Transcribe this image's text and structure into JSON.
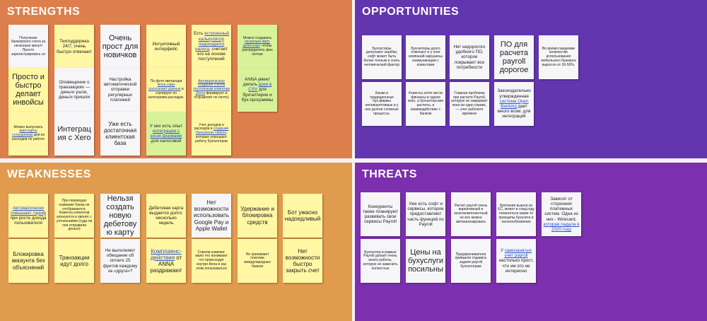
{
  "colors": {
    "strengths": "#dd7f4c",
    "opportunities": "#6336b0",
    "weaknesses": "#e09b4e",
    "threats": "#7c2fae",
    "sticky_yellow": "#fff7a3",
    "sticky_green": "#d8f29a",
    "sticky_white": "#f6f6f8",
    "link": "#2a4fcf"
  },
  "quadrants": {
    "strengths": {
      "title": "STRENGTHS",
      "notes": [
        {
          "t": "Получение банковского счета за несколько минут/ Просто зарегистрировать ся"
        },
        {
          "t": "Техподдержка 24/7, очень быстро отвечают"
        },
        {
          "t": "Очень прост для новичков"
        },
        {
          "t": "Интуитивный интерфейс"
        },
        {
          "t": "Есть ",
          "link": "встроенный калькулятор подоходного налога",
          "t2": ", считает его на основе поступлений"
        },
        {
          "t": "Можно создавать ",
          "link": "несколько вирт. дебит.карт",
          "t2": ", чтобы распределять фин потоки"
        },
        {
          "t": "Просто и быстро делает инвойсы"
        },
        {
          "t": "Оповещение о транзакциях — деньги ушли, деньги пришли"
        },
        {
          "t": "Настройка автоматической отправки регулярных платежей"
        },
        {
          "t": "По фото квитанции ",
          "link": "Anna сама распознает данные",
          "t2": " и сортирует по категориям расходов."
        },
        {
          "t": "",
          "link": "Автоматическое создание счетов постоянным клиентам (Anna",
          "t2": " формирует и отправляет по почте)"
        },
        {
          "t": "ANNA умеет делать ",
          "link": "доки в CSV",
          "t2": " для бухгалтерии и бух.программы"
        },
        {
          "t": "Можно выпускать ",
          "link": "вирт.карты сотрудникам",
          "t2": " для их расходов по работе"
        },
        {
          "t": "Интеграция с Xero"
        },
        {
          "t": "Уже есть достаточная клиентская база"
        },
        {
          "t": "У них есть опыт ",
          "link": "интеграции с excel-формами",
          "t2": " для налоговой"
        },
        {
          "t": "Учет доходов и расходов и ",
          "link": "создание банковских сверок",
          "t2": ", которые упрощают работу бухгалтеров"
        }
      ]
    },
    "opportunities": {
      "title": "OPPORTUNITIES",
      "notes": [
        {
          "t": "Бухгалтеры допускают ошибки, софт может быть более точным и снять человеческий фактор"
        },
        {
          "t": "Бухгалтеры долго отвечают и у этих компаний нарушены коммуникации с клиентами"
        },
        {
          "t": "Нет недорогого удобного ПО, которое покрывает все потребности"
        },
        {
          "t": "ПО для расчета payroll дорогое"
        },
        {
          "t": "Во время пандемии количество использования мобильного банкинга выросло от 30-50%."
        },
        {
          "t": "Банки и традиционные бух.фирмы неповоротливые и у них долгие сложные процессы."
        },
        {
          "t": "Клиенты хотят вести финансы в одном окне, а бухгалтерские расчеты, и взаимодействие с банком"
        },
        {
          "t": "Главная проблема при расчете Payroll, которую не закрывает пока ни один сервис, — учет рабочего времени"
        },
        {
          "t": "Законодательно утвержденная ",
          "link": "система Open Banking",
          "t2": " дает много возм. для интеграций"
        }
      ]
    },
    "weaknesses": {
      "title": "WEAKNESSES",
      "notes": [
        {
          "t": "",
          "link": "Автоматически повышает тариф",
          "t2": " при росте дохода пользователя"
        },
        {
          "t": "При переводах название банка не отображается. Клиенты клиентов волнуются и звонят с уточнениями (туда ли они отправили деньги)"
        },
        {
          "t": "Нельзя создать новую дебетовую карту"
        },
        {
          "t": "Дебетовая карта выдается долго: несколько недель"
        },
        {
          "t": "Нет возможности использовать Google Pay и Apple Wallet"
        },
        {
          "t": "Удержание и блокировка средств"
        },
        {
          "t": "Бот ужасно надоедливый"
        },
        {
          "t": "Блокировка аккаунта без объяснений"
        },
        {
          "t": "Транзакции идут долго"
        },
        {
          "t": "Не выполняют обещание об оплате 25 фунтов каждому за «другa»?"
        },
        {
          "t": "",
          "link": "Комплаенс-действия",
          "t2": " от ANNA раздражают"
        },
        {
          "t": "Совсем новички: мало что понимают что происходит внутри Anna и как этим пользоваться"
        },
        {
          "t": "Не принимает платежи международных банков"
        },
        {
          "t": "Нет возможности быстро закрыть счет"
        }
      ]
    },
    "threats": {
      "title": "THREATS",
      "notes": [
        {
          "t": "Конкуренты также планируют развивать свои сервисы Payroll"
        },
        {
          "t": "Уже есть софт и сервисы, которое предоставляют часть функций по Payroll"
        },
        {
          "t": "Расчет payroll очень вариативный и многокомпонентный не все можно автоматизировать"
        },
        {
          "t": "Британия вышла из ЕС, может в след.году поменяться какие-то принципы бухучета и налогообложения"
        },
        {
          "t": "Зависят от сторонних платежных систем. Одна из них - Wirecard, ",
          "link": "которая падала в 2020 году"
        },
        {
          "t": "Бухгалтер в рамках Payroll делает очень много работы, которую не заменить полностью"
        },
        {
          "t": "Цены на бухуслуги посильны"
        },
        {
          "t": "Предприниматели привыкли отдавать задачи payroll бухгалтерам"
        },
        {
          "t": "У ",
          "link": "самозанятых учет payroll",
          "t2": " настолько прост, что им это не интересно"
        }
      ]
    }
  }
}
